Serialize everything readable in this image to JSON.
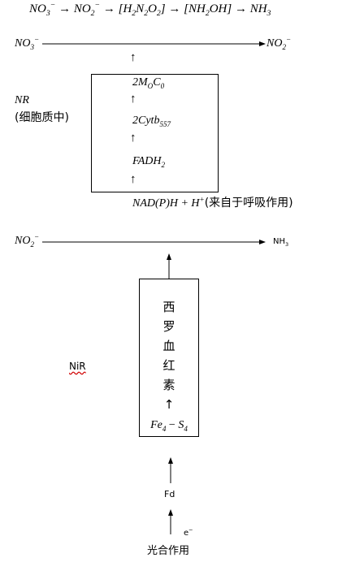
{
  "top_equation": {
    "no3": "NO",
    "no3_sub": "3",
    "no3_sup": "−",
    "arrow": "→",
    "no2": "NO",
    "no2_sub": "2",
    "no2_sup": "−",
    "h2n2o2_open": "[H",
    "h2n2o2_sub1": "2",
    "h2n2o2_mid": "N",
    "h2n2o2_sub2": "2",
    "h2n2o2_mid2": "O",
    "h2n2o2_sub3": "2",
    "h2n2o2_close": "]",
    "nh2oh_open": "[NH",
    "nh2oh_sub": "2",
    "nh2oh_close": "OH]",
    "nh3": "NH",
    "nh3_sub": "3"
  },
  "nr_section": {
    "left_label": "NO",
    "left_sub": "3",
    "left_sup": "−",
    "right_label": "NO",
    "right_sub": "2",
    "right_sup": "−",
    "enzyme_label": "NR",
    "location_label": "(细胞质中)",
    "up_arrow": "↑",
    "steps": {
      "mo_prefix": "2M",
      "mo_sub": "O",
      "mo_suffix": "C",
      "mo_suffix_sub": "0",
      "cyt": "2Cytb",
      "cyt_sub": "557",
      "fad": "FADH",
      "fad_sub": "2"
    },
    "source": {
      "nadph": "NAD(P)H + H",
      "sup": "+",
      "note": "(来自于呼吸作用)"
    }
  },
  "nir_section": {
    "left_label": "NO",
    "left_sub": "2",
    "left_sup": "−",
    "right_label": "NH",
    "right_sub": "3",
    "enzyme_label": "NiR",
    "box_chars": [
      "西",
      "罗",
      "血",
      "红",
      "素"
    ],
    "up_arrow": "↑",
    "fe": "Fe",
    "fe_sub": "4",
    "fe_dash": " − ",
    "s": "S",
    "s_sub": "4",
    "fd": "Fd",
    "electron": "e",
    "electron_sup": "−",
    "source": "光合作用"
  }
}
